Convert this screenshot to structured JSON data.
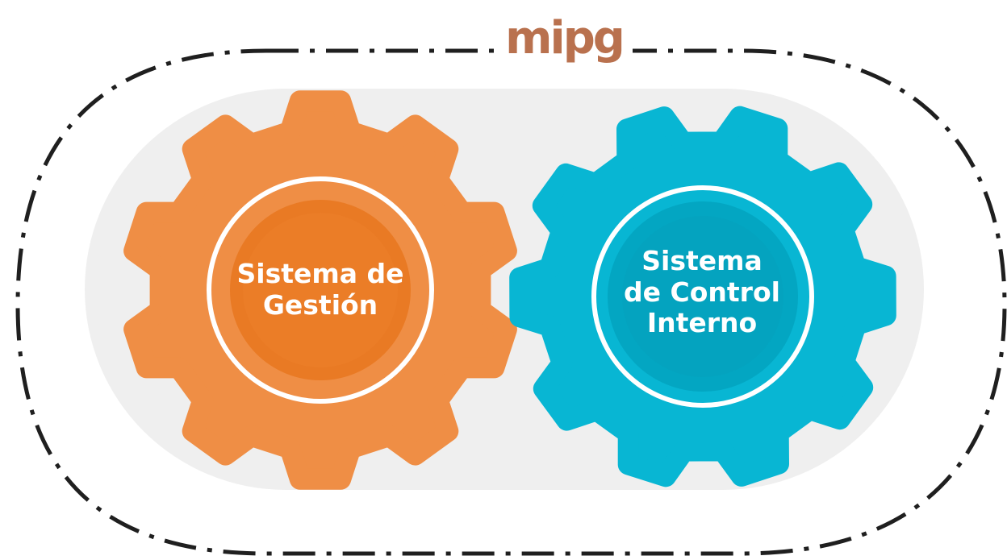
{
  "logo": {
    "text": "mipg",
    "color": "#b9714e"
  },
  "gears": {
    "left": {
      "lines": [
        "Sistema de",
        "Gestión"
      ],
      "outer_color": "#ef8e45",
      "hub_color": "#e97a24"
    },
    "right": {
      "lines": [
        "Sistema",
        "de Control",
        "Interno"
      ],
      "outer_color": "#08b6d3",
      "hub_color": "#03a6c2"
    }
  },
  "colors": {
    "background_pill": "#efefef",
    "dashed_border": "#1f1f1f",
    "ring": "#ffffff"
  }
}
